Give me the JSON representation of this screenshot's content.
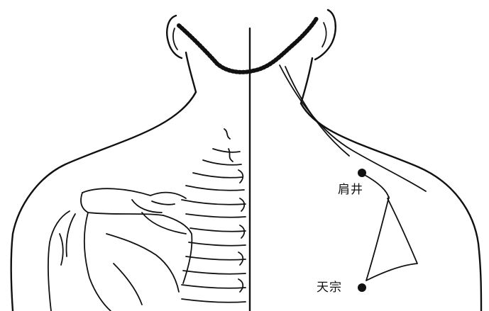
{
  "figure": {
    "points": [
      {
        "id": "jianjing",
        "label": "肩井"
      },
      {
        "id": "tianzong",
        "label": "天宗"
      }
    ],
    "colors": {
      "ink": "#111111",
      "background": "#ffffff"
    }
  }
}
